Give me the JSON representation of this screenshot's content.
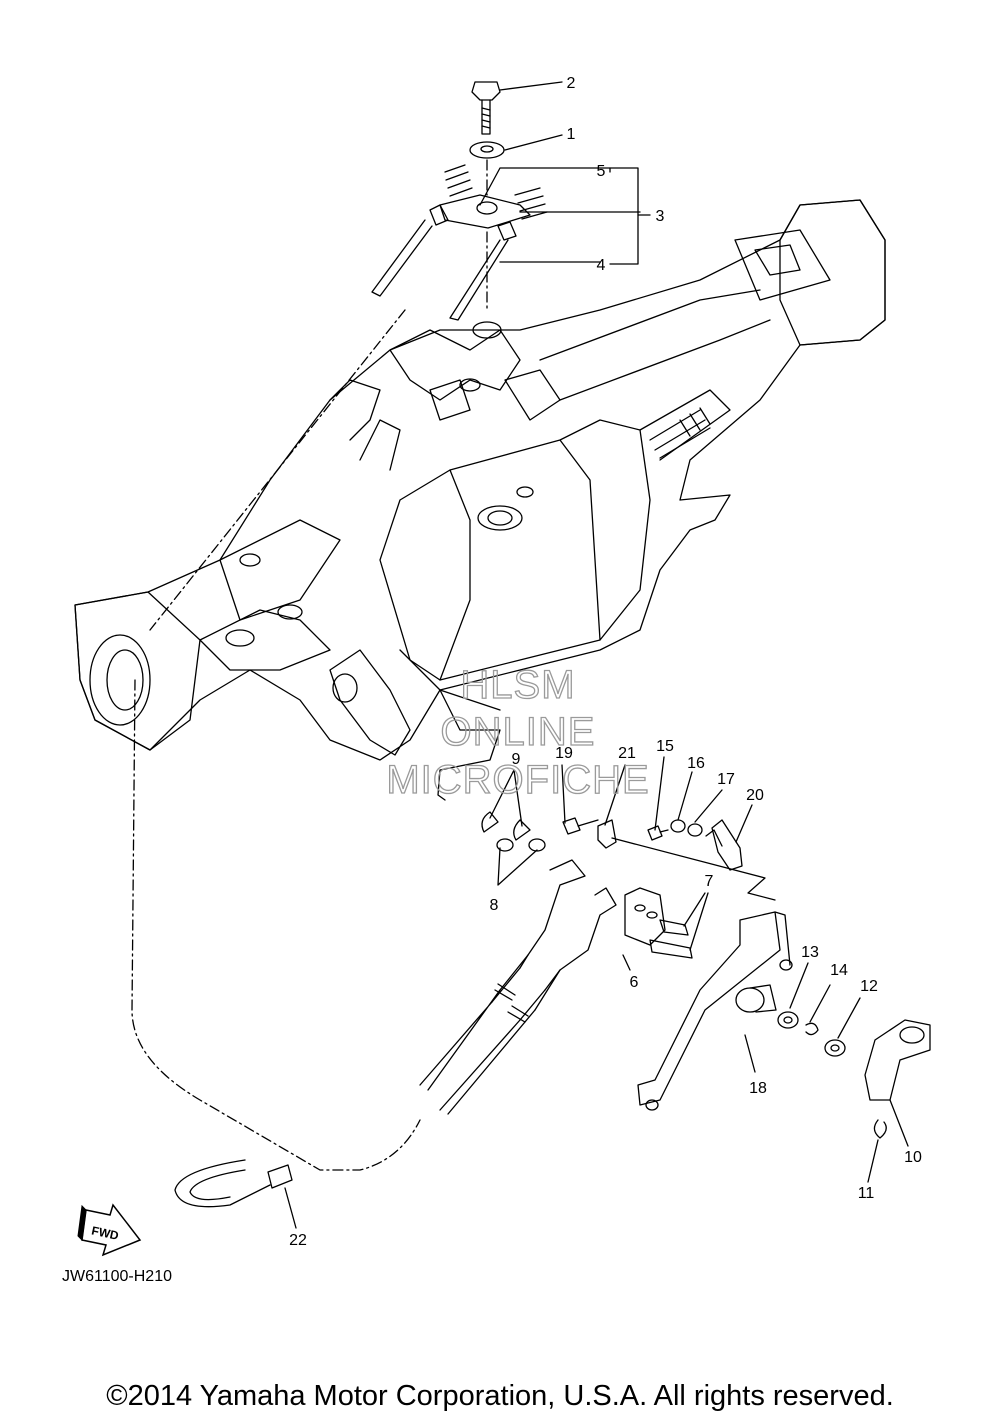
{
  "diagram": {
    "reference_code": "JW61100-H210",
    "copyright": "©2014 Yamaha Motor Corporation, U.S.A. All rights reserved.",
    "watermark": [
      "HLSM",
      "ONLINE",
      "MICROFICHE"
    ],
    "fwd_label": "FWD",
    "callouts": [
      {
        "id": "c1",
        "label": "1"
      },
      {
        "id": "c2",
        "label": "2"
      },
      {
        "id": "c3",
        "label": "3"
      },
      {
        "id": "c4",
        "label": "4"
      },
      {
        "id": "c5",
        "label": "5"
      },
      {
        "id": "c6",
        "label": "6"
      },
      {
        "id": "c7",
        "label": "7"
      },
      {
        "id": "c8",
        "label": "8"
      },
      {
        "id": "c9",
        "label": "9"
      },
      {
        "id": "c10",
        "label": "10"
      },
      {
        "id": "c11",
        "label": "11"
      },
      {
        "id": "c12",
        "label": "12"
      },
      {
        "id": "c13",
        "label": "13"
      },
      {
        "id": "c14",
        "label": "14"
      },
      {
        "id": "c15",
        "label": "15"
      },
      {
        "id": "c16",
        "label": "16"
      },
      {
        "id": "c17",
        "label": "17"
      },
      {
        "id": "c18",
        "label": "18"
      },
      {
        "id": "c19",
        "label": "19"
      },
      {
        "id": "c20",
        "label": "20"
      },
      {
        "id": "c21",
        "label": "21"
      },
      {
        "id": "c22",
        "label": "22"
      }
    ]
  }
}
